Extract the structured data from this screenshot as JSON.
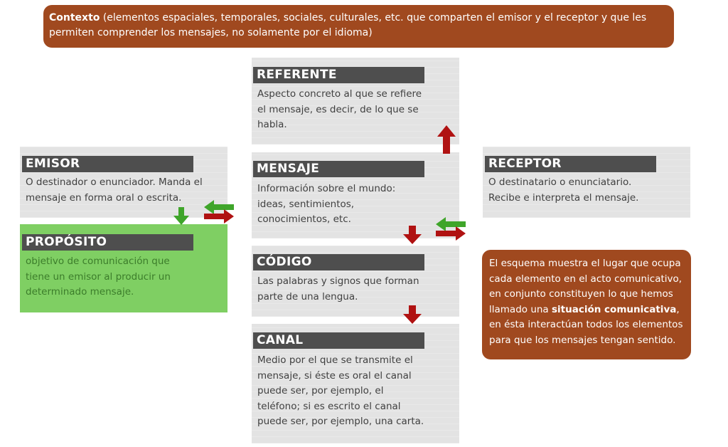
{
  "contexto": {
    "label": "Contexto",
    "text": " (elementos espaciales, temporales, sociales, culturales, etc. que comparten el emisor y el receptor y que les permiten comprender los mensajes, no solamente por el idioma)"
  },
  "boxes": {
    "referente": {
      "title": "REFERENTE",
      "text": "Aspecto concreto al que se refiere el mensaje, es decir, de lo que se habla."
    },
    "emisor": {
      "title": "EMISOR",
      "text": "O destinador o enunciador. Manda el mensaje en forma oral o escrita."
    },
    "mensaje": {
      "title": "MENSAJE",
      "text": "Información sobre el mundo: ideas, sentimientos, conocimientos, etc."
    },
    "receptor": {
      "title": "RECEPTOR",
      "text": "O destinatario o enunciatario. Recibe e interpreta el mensaje."
    },
    "proposito": {
      "title": "PROPÓSITO",
      "text": "objetivo de comunicación que tiene un emisor al producir un determinado mensaje."
    },
    "codigo": {
      "title": "CÓDIGO",
      "text": "Las palabras y signos que forman parte de una lengua."
    },
    "canal": {
      "title": "CANAL",
      "text": "Medio por el que se transmite el mensaje, si éste es oral el canal puede ser, por ejemplo, el teléfono; si es escrito el canal puede ser, por ejemplo, una carta."
    }
  },
  "note": {
    "before": "El esquema muestra el lugar que ocupa cada elemento en el acto comunicativo, en conjunto constituyen lo que hemos llamado una ",
    "bold": "situación comunicativa",
    "after": ", en ésta interactúan todos los elementos para que los mensajes tengan sentido."
  },
  "colors": {
    "context_bg": "#a0491f",
    "title_bar": "#4e4e4e",
    "arrow_red": "#b01212",
    "arrow_green": "#3fa52a",
    "proposito_bg": "#7fcf63"
  },
  "arrows": [
    {
      "name": "arrow-up-mensaje-to-referente",
      "color": "red",
      "direction": "up"
    },
    {
      "name": "arrow-down-emisor-to-proposito",
      "color": "green",
      "direction": "down"
    },
    {
      "name": "arrow-left-mensaje-to-emisor",
      "color": "green",
      "direction": "left"
    },
    {
      "name": "arrow-right-emisor-to-mensaje",
      "color": "red",
      "direction": "right"
    },
    {
      "name": "arrow-down-mensaje-to-codigo",
      "color": "red",
      "direction": "down"
    },
    {
      "name": "arrow-left-receptor-to-mensaje",
      "color": "green",
      "direction": "left"
    },
    {
      "name": "arrow-right-mensaje-to-receptor",
      "color": "red",
      "direction": "right"
    },
    {
      "name": "arrow-down-codigo-to-canal",
      "color": "red",
      "direction": "down"
    }
  ]
}
